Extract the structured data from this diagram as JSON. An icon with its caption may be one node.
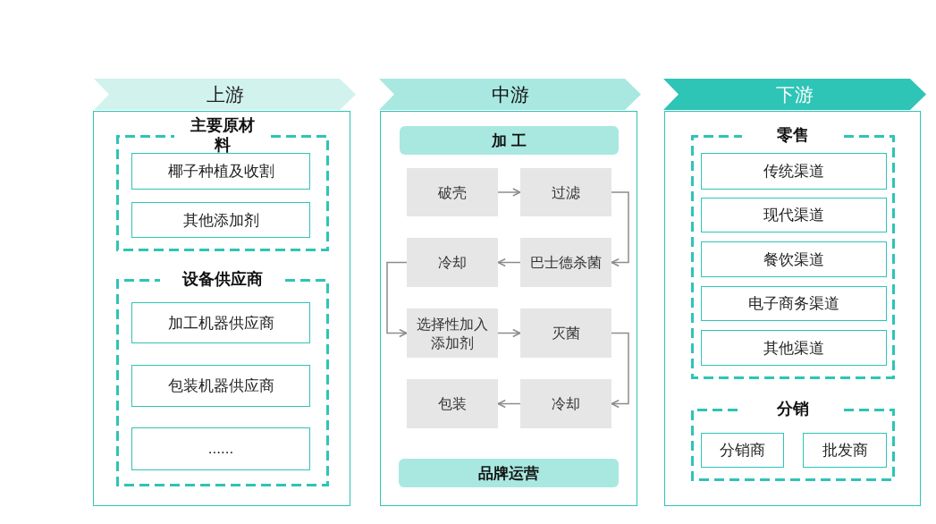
{
  "diagram": {
    "nodes": [
      {
        "text": [
          "上游"
        ]
      },
      {
        "text": [],
        "shape": "box"
      },
      {
        "text": [
          "主要原材料"
        ],
        "in": 1
      },
      {
        "text": [
          "椰子种植及收割"
        ],
        "in": 2
      },
      {
        "text": [
          "其他添加剂"
        ],
        "in": 2
      },
      {
        "text": [
          "设备供应商"
        ],
        "in": 1
      },
      {
        "text": [
          "加工机器供应商"
        ],
        "in": 5
      },
      {
        "text": [
          "包装机器供应商"
        ],
        "in": 5
      },
      {
        "text": [
          "......"
        ],
        "in": 5
      },
      {
        "text": [
          "中游"
        ]
      },
      {
        "text": [],
        "shape": "box"
      },
      {
        "text": [
          "加 工"
        ],
        "in": 10
      },
      {
        "text": [
          "破壳"
        ],
        "in": 10
      },
      {
        "text": [
          "过滤"
        ],
        "in": 10
      },
      {
        "text": [
          "冷却"
        ],
        "in": 10
      },
      {
        "text": [
          "巴士德杀菌"
        ],
        "in": 10
      },
      {
        "text": [
          "选择性加入添加剂"
        ],
        "in": 10
      },
      {
        "text": [
          "灭菌"
        ],
        "in": 10
      },
      {
        "text": [
          "包装"
        ],
        "in": 10
      },
      {
        "text": [
          "冷却"
        ],
        "in": 10
      },
      {
        "text": [
          "品牌运营"
        ],
        "in": 10
      },
      {
        "text": [
          "下游"
        ]
      },
      {
        "text": [],
        "shape": "box"
      },
      {
        "text": [
          "零售"
        ],
        "in": 22
      },
      {
        "text": [
          "传统渠道"
        ],
        "in": 23
      },
      {
        "text": [
          "现代渠道"
        ],
        "in": 23
      },
      {
        "text": [
          "餐饮渠道"
        ],
        "in": 23
      },
      {
        "text": [
          "电子商务渠道"
        ],
        "in": 23
      },
      {
        "text": [
          "其他渠道"
        ],
        "in": 23
      },
      {
        "text": [
          "分销"
        ],
        "in": 22
      },
      {
        "text": [
          "分销商"
        ],
        "in": 29
      },
      {
        "text": [
          "批发商"
        ],
        "in": 29
      }
    ],
    "edges": [
      {
        "from": 12,
        "to": 13,
        "arrow": "to"
      },
      {
        "from": 13,
        "to": 15,
        "arrow": "to"
      },
      {
        "from": 15,
        "to": 14,
        "arrow": "to"
      },
      {
        "from": 14,
        "to": 16,
        "arrow": "to"
      },
      {
        "from": 16,
        "to": 17,
        "arrow": "to"
      },
      {
        "from": 17,
        "to": 19,
        "arrow": "to"
      },
      {
        "from": 19,
        "to": 18,
        "arrow": "to"
      }
    ]
  }
}
